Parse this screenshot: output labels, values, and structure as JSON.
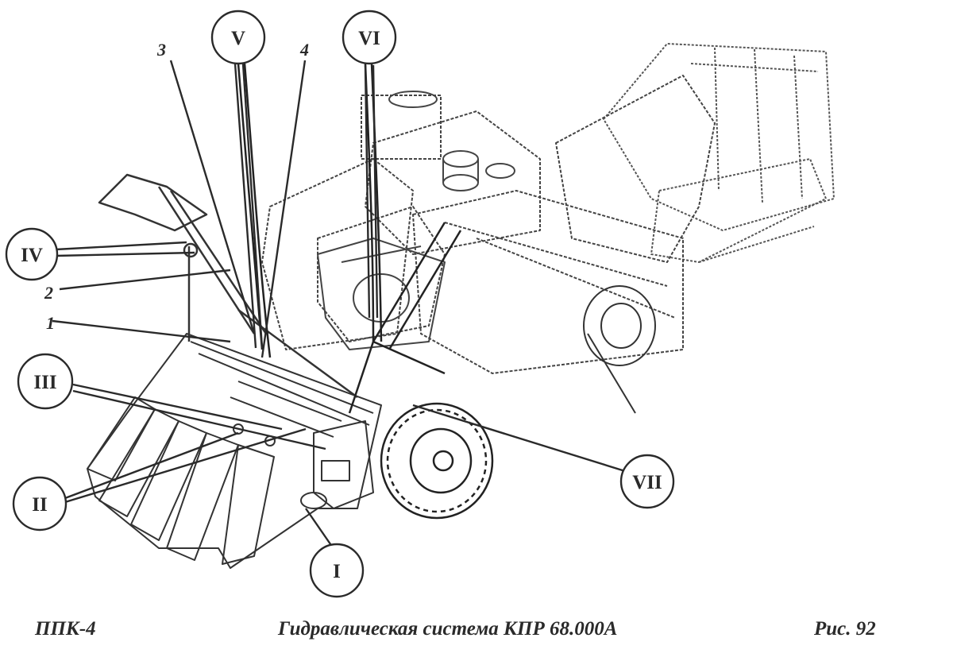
{
  "callouts": [
    {
      "id": "I",
      "label": "I"
    },
    {
      "id": "II",
      "label": "II"
    },
    {
      "id": "III",
      "label": "III"
    },
    {
      "id": "IV",
      "label": "IV"
    },
    {
      "id": "V",
      "label": "V"
    },
    {
      "id": "VI",
      "label": "VI"
    },
    {
      "id": "VII",
      "label": "VII"
    }
  ],
  "numbers": [
    "1",
    "2",
    "3",
    "4"
  ],
  "footer": {
    "left": "ППК-4",
    "center": "Гидравлическая система КПР 68.000А",
    "right": "Рис.   92"
  }
}
